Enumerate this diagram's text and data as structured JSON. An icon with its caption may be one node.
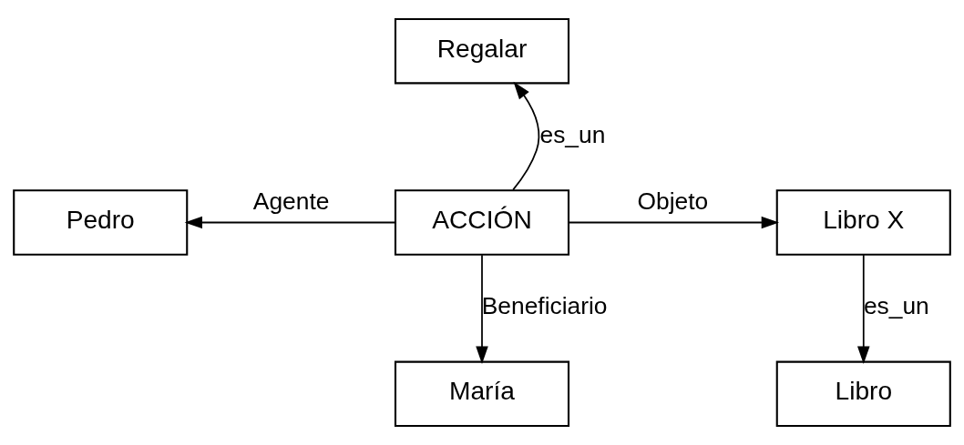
{
  "diagram": {
    "nodes": [
      {
        "text": [
          "Regalar"
        ]
      },
      {
        "text": [
          "Pedro"
        ]
      },
      {
        "text": [
          "ACCIÓN"
        ]
      },
      {
        "text": [
          "Libro X"
        ]
      },
      {
        "text": [
          "María"
        ]
      },
      {
        "text": [
          "Libro"
        ]
      }
    ],
    "edges": [
      {
        "from": 2,
        "to": 0,
        "arrow": "to",
        "label": "es_un"
      },
      {
        "from": 2,
        "to": 1,
        "arrow": "to",
        "label": "Agente"
      },
      {
        "from": 2,
        "to": 3,
        "arrow": "to",
        "label": "Objeto"
      },
      {
        "from": 2,
        "to": 4,
        "arrow": "to",
        "label": "Beneficiario"
      },
      {
        "from": 3,
        "to": 5,
        "arrow": "to",
        "label": "es_un"
      }
    ]
  }
}
